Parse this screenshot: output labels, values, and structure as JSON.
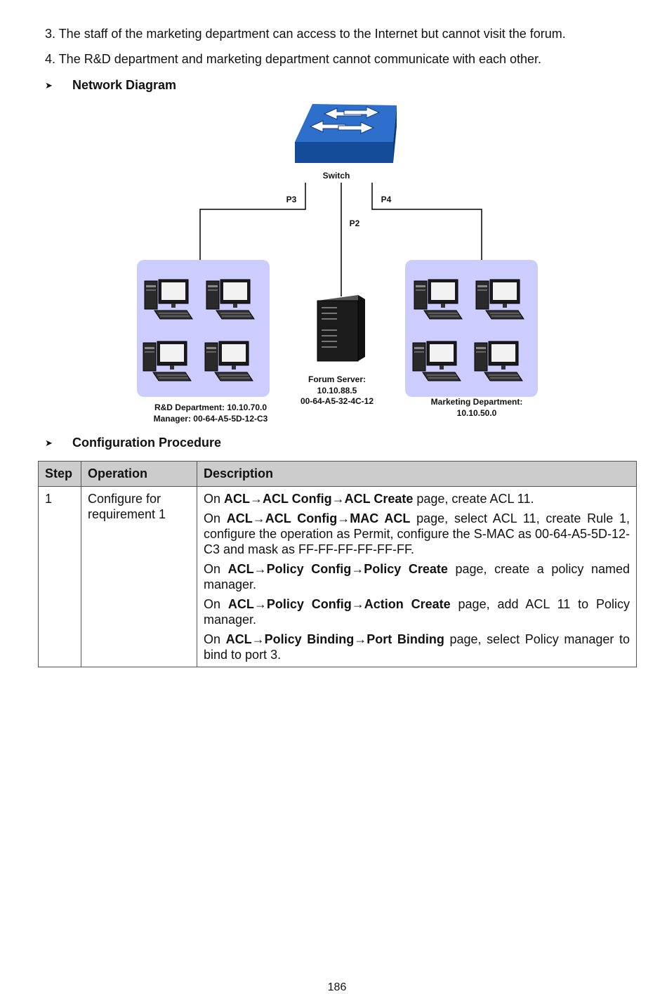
{
  "requirements": {
    "req3": "3. The staff of the marketing department can access to the Internet but cannot visit the forum.",
    "req4": "4. The R&D department and marketing department cannot communicate with each other."
  },
  "headings": {
    "network_diagram": "Network Diagram",
    "config_procedure": "Configuration Procedure"
  },
  "diagram": {
    "switch_label": "Switch",
    "ports": {
      "p3": "P3",
      "p2": "P2",
      "p4": "P4"
    },
    "rd": {
      "line1_prefix": "R&D Department: ",
      "line1_value": "10.10.70.0",
      "line2": "Manager: 00-64-A5-5D-12-C3"
    },
    "forum": {
      "line1": "Forum Server:",
      "line2": "10.10.88.5",
      "line3": "00-64-A5-32-4C-12"
    },
    "marketing": {
      "line1": "Marketing Department:",
      "line2": "10.10.50.0"
    }
  },
  "table": {
    "headers": {
      "step": "Step",
      "operation": "Operation",
      "description": "Description"
    },
    "rows": [
      {
        "step": "1",
        "operation": "Configure for requirement 1",
        "description": [
          {
            "prefix": "On ",
            "path": [
              {
                "b": "ACL"
              },
              {
                "t": "→"
              },
              {
                "b": "ACL Config"
              },
              {
                "t": "→"
              },
              {
                "b": "ACL Create"
              }
            ],
            "rest": " page, create ACL 11."
          },
          {
            "prefix": "On ",
            "path": [
              {
                "b": "ACL"
              },
              {
                "t": "→"
              },
              {
                "b": "ACL Config"
              },
              {
                "t": "→"
              },
              {
                "b": "MAC ACL"
              }
            ],
            "rest": " page, select ACL 11, create Rule 1, configure the operation as Permit, configure the S-MAC as 00-64-A5-5D-12-C3 and mask as FF-FF-FF-FF-FF-FF."
          },
          {
            "prefix": "On ",
            "path": [
              {
                "b": "ACL"
              },
              {
                "t": "→"
              },
              {
                "b": "Policy Config"
              },
              {
                "t": "→"
              },
              {
                "b": "Policy Create"
              }
            ],
            "rest": " page, create a policy named manager."
          },
          {
            "prefix": "On ",
            "path": [
              {
                "b": "ACL"
              },
              {
                "t": "→"
              },
              {
                "b": "Policy Config"
              },
              {
                "t": "→"
              },
              {
                "b": "Action Create"
              }
            ],
            "rest": " page, add ACL 11 to Policy manager."
          },
          {
            "prefix": "On ",
            "path": [
              {
                "b": "ACL"
              },
              {
                "t": "→"
              },
              {
                "b": "Policy Binding"
              },
              {
                "t": "→"
              },
              {
                "b": "Port Binding"
              }
            ],
            "rest": " page, select Policy manager to bind to port 3."
          }
        ]
      }
    ]
  },
  "page_number": "186",
  "colors": {
    "switch_blue": "#1f5fb5",
    "group_bg": "#ccccff",
    "header_bg": "#cccccc"
  }
}
